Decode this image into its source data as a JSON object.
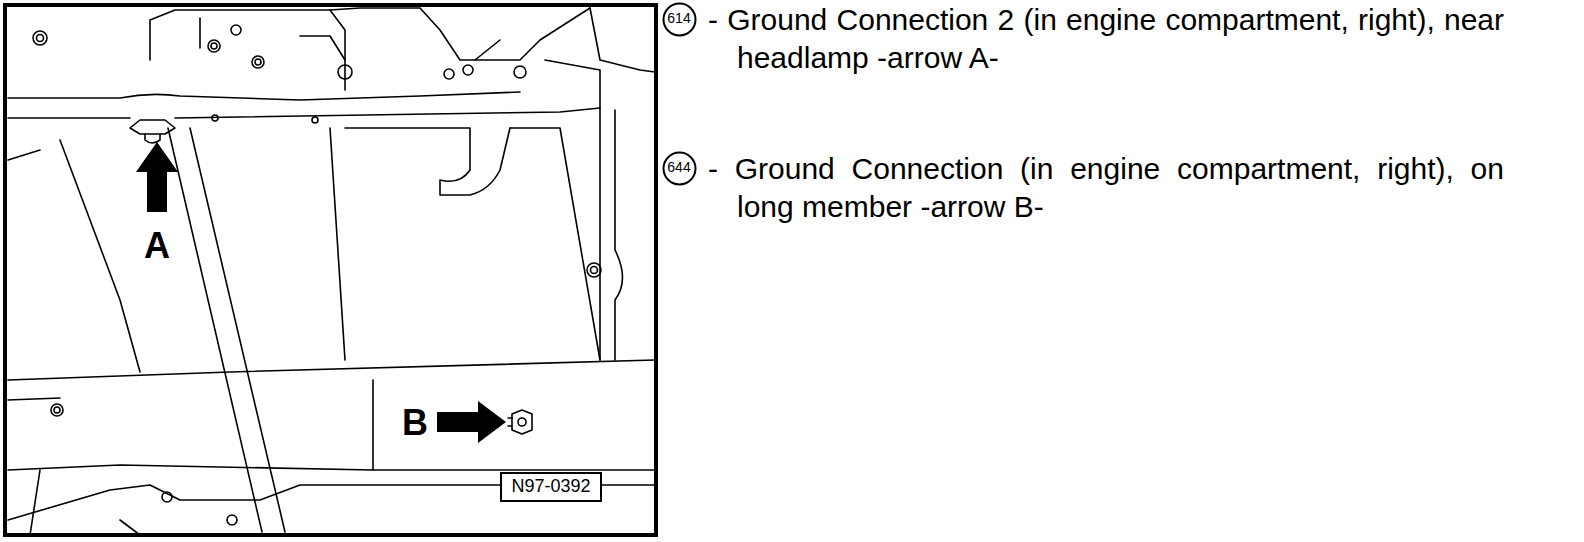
{
  "diagram": {
    "nodes": [
      {
        "text": [
          "614"
        ]
      },
      {
        "text": [
          "644"
        ]
      },
      {
        "text": [
          "N97-0392"
        ]
      }
    ],
    "labels": [
      "- Ground Connection 2 (in engine compartment, right), near headlamp -arrow A-",
      "- Ground Connection (in engine compartment, right), on long member -arrow B-",
      "A",
      "B"
    ]
  }
}
